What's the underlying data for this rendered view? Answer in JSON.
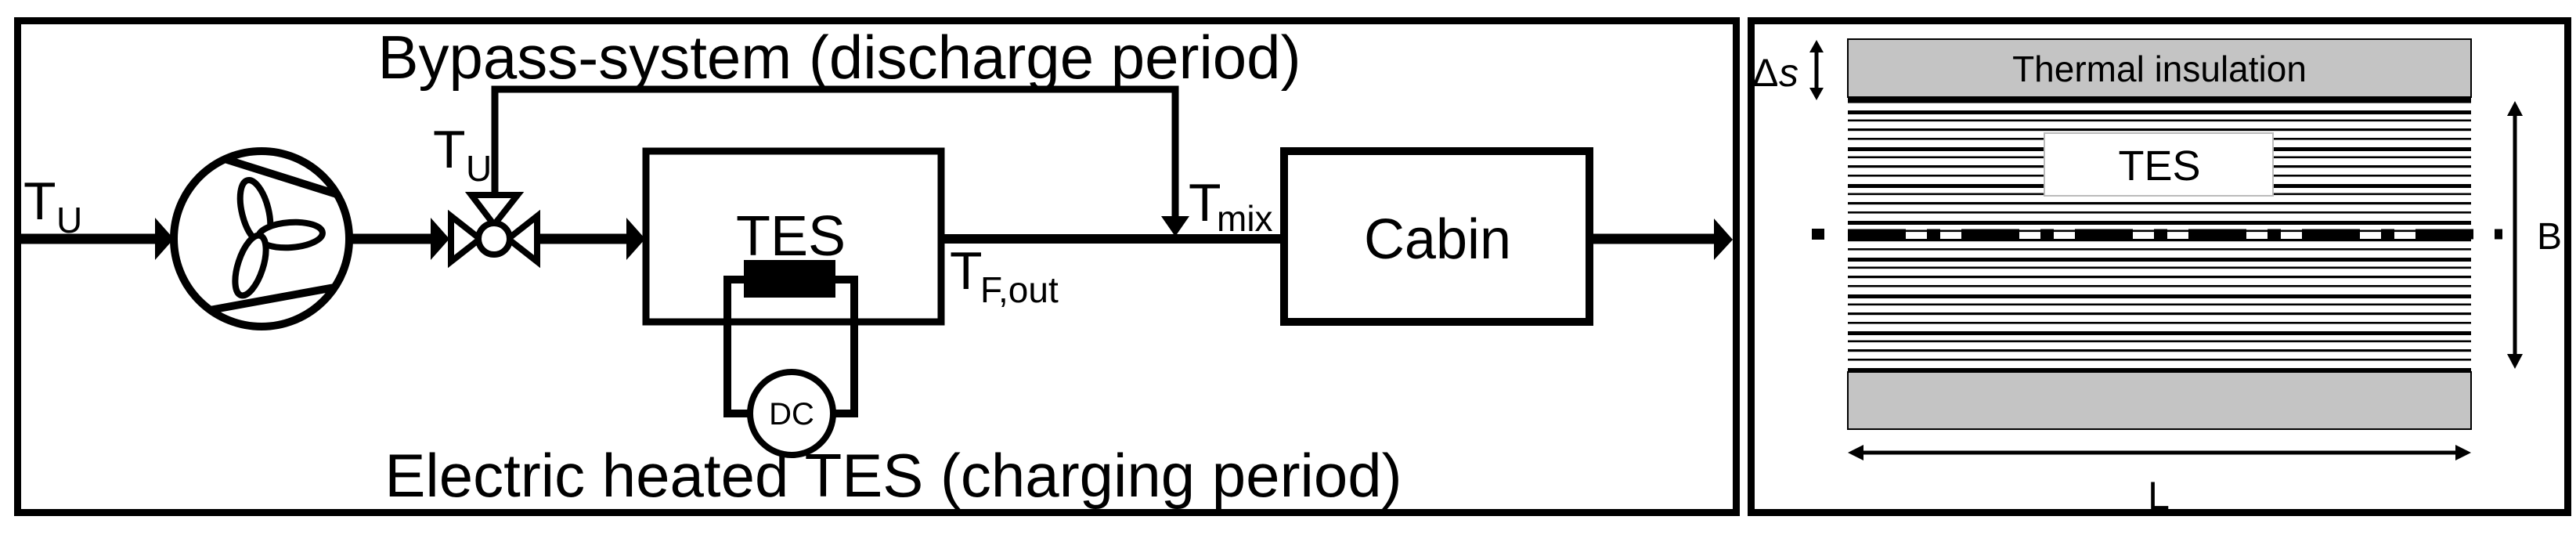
{
  "diagram": {
    "left_panel": {
      "top_title": "Bypass-system (discharge period)",
      "bottom_title": "Electric heated TES (charging period)",
      "inlet_temp": {
        "base": "T",
        "sub": "U"
      },
      "valve_temp": {
        "base": "T",
        "sub": "U"
      },
      "tes_outlet_temp": {
        "base": "T",
        "sub": "F,out"
      },
      "mix_temp": {
        "base": "T",
        "sub": "mix"
      },
      "tes_box_label": "TES",
      "dc_source_label": "DC",
      "cabin_label": "Cabin"
    },
    "right_panel": {
      "insulation_label": "Thermal insulation",
      "tes_core_label": "TES",
      "insulation_thickness_dim": {
        "base": "Δ",
        "sub": "s"
      },
      "width_dim": "B",
      "length_dim": "L"
    },
    "colors": {
      "ink": "#000000",
      "insulation_gray": "#c4c4c4",
      "background": "#ffffff"
    }
  }
}
